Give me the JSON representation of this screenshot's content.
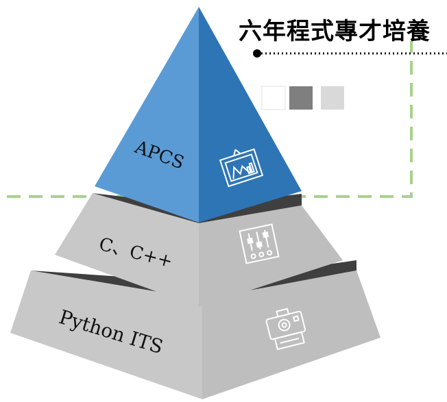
{
  "title": "六年程式專才培養",
  "tiers": [
    {
      "label": "APCS",
      "icon": "picture-frame-icon"
    },
    {
      "label": "C、C++",
      "icon": "equalizer-sliders-icon"
    },
    {
      "label": "Python ITS",
      "icon": "instant-camera-icon"
    }
  ],
  "colors": {
    "top_light": "#5b9bd5",
    "top_dark": "#2e75b6",
    "gray_light": "#c8c8c8",
    "gray_mid": "#bebebe",
    "gap": "#3f3f3f",
    "dash_green": "#a9d18e",
    "square_dark": "#7f7f7f",
    "square_light": "#d9d9d9"
  }
}
